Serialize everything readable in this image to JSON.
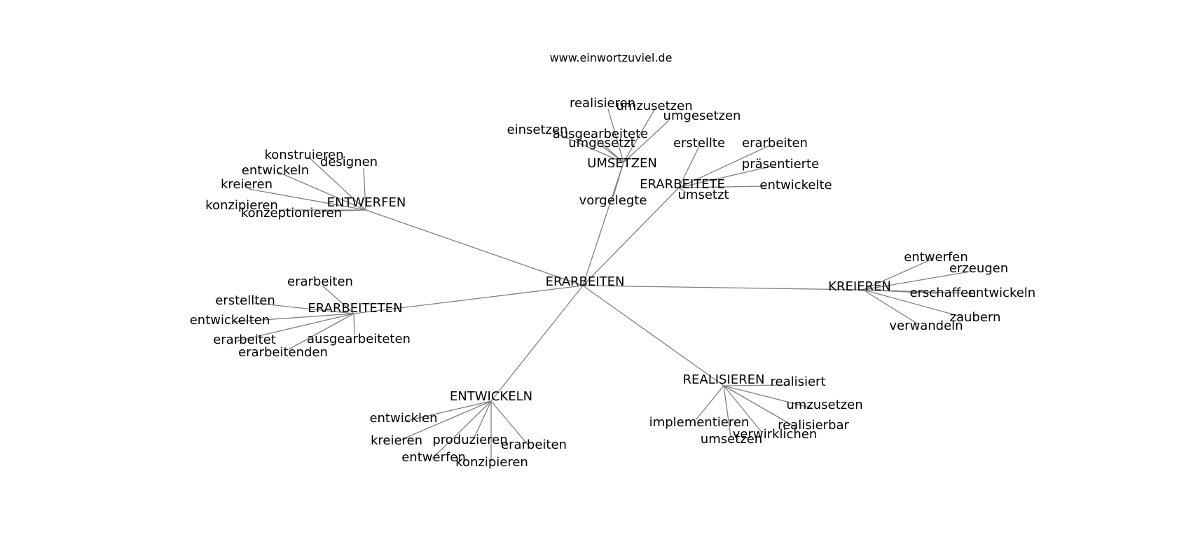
{
  "title": "www.einwortzuviel.de",
  "colors": {
    "edge": "#808080",
    "text": "#000000",
    "background": "#ffffff"
  },
  "center": "ERARBEITEN",
  "clusters": [
    {
      "hub": "ENTWERFEN",
      "words": [
        "konstruieren",
        "designen",
        "entwickeln",
        "kreieren",
        "konzipieren",
        "konzeptionieren"
      ]
    },
    {
      "hub": "UMSETZEN",
      "words": [
        "realisieren",
        "umzusetzen",
        "umgesetzen",
        "einsetzen",
        "ausgearbeitete",
        "umgesetzt",
        "vorgelegte"
      ]
    },
    {
      "hub": "ERARBEITETE",
      "words": [
        "erstellte",
        "erarbeiten",
        "präsentierte",
        "entwickelte",
        "umsetzt"
      ]
    },
    {
      "hub": "ERARBEITETEN",
      "words": [
        "erarbeiten",
        "erstellten",
        "entwickelten",
        "erarbeitet",
        "ausgearbeiteten",
        "erarbeitenden"
      ]
    },
    {
      "hub": "KREIEREN",
      "words": [
        "entwerfen",
        "erzeugen",
        "erschaffen",
        "entwickeln",
        "zaubern",
        "verwandeln"
      ]
    },
    {
      "hub": "ENTWICKELN",
      "words": [
        "entwicklen",
        "kreieren",
        "produzieren",
        "erarbeiten",
        "entwerfen",
        "konzipieren"
      ]
    },
    {
      "hub": "REALISIEREN",
      "words": [
        "realisiert",
        "umzusetzen",
        "realisierbar",
        "implementieren",
        "verwirklichen",
        "umsetzen"
      ]
    }
  ]
}
